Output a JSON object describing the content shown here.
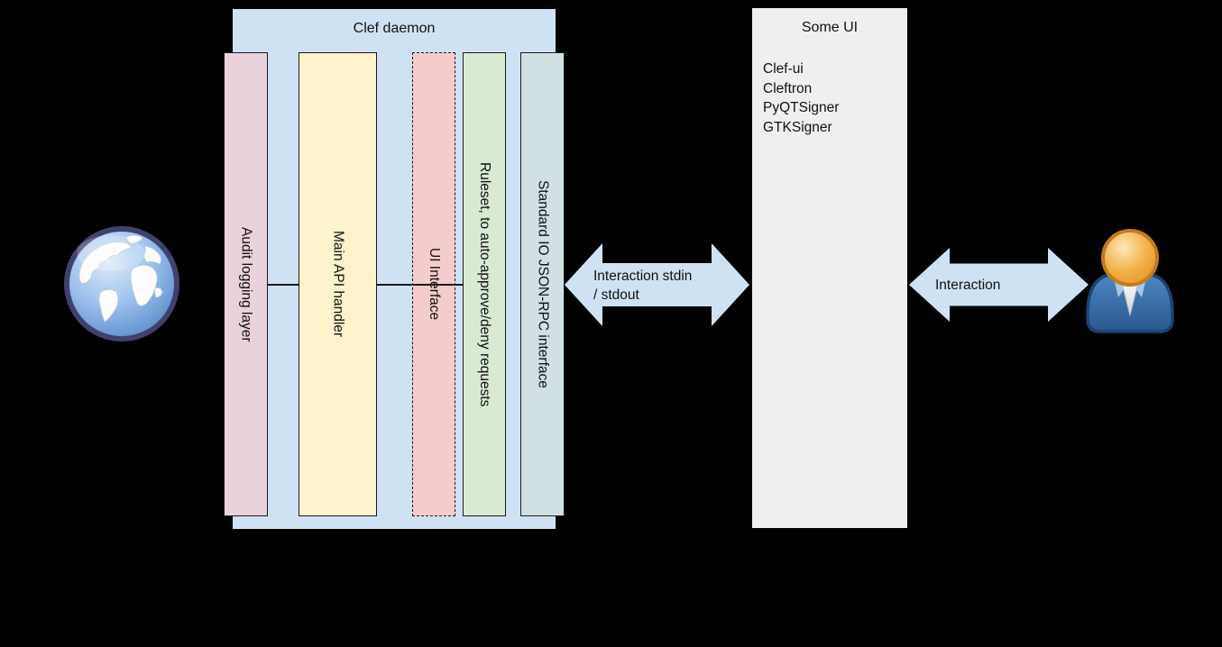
{
  "background": "#000000",
  "clef_daemon": {
    "title": "Clef daemon",
    "fill": "#cfe2f3",
    "layers": [
      {
        "label": "Audit logging layer",
        "fill": "#ead1dc",
        "border": "solid"
      },
      {
        "label": "Main API handler",
        "fill": "#fff2cc",
        "border": "solid"
      },
      {
        "label": "UI Interface",
        "fill": "#f4cccc",
        "border": "dashed"
      },
      {
        "label": "Ruleset, to auto-approve/deny requests",
        "fill": "#d9ead3",
        "border": "solid"
      },
      {
        "label": "Standard IO JSON-RPC interface",
        "fill": "#d0e0e3",
        "border": "solid"
      }
    ]
  },
  "some_ui": {
    "title": "Some UI",
    "fill": "#efefef",
    "items": [
      "Clef-ui",
      "Cleftron",
      "PyQTSigner",
      "GTKSigner"
    ]
  },
  "arrows": {
    "fill": "#cfe2f3",
    "left": {
      "line1": "Interaction stdin",
      "line2": "/ stdout"
    },
    "right": {
      "label": "Interaction"
    }
  },
  "icons": {
    "left": "globe-icon",
    "right": "user-icon"
  }
}
